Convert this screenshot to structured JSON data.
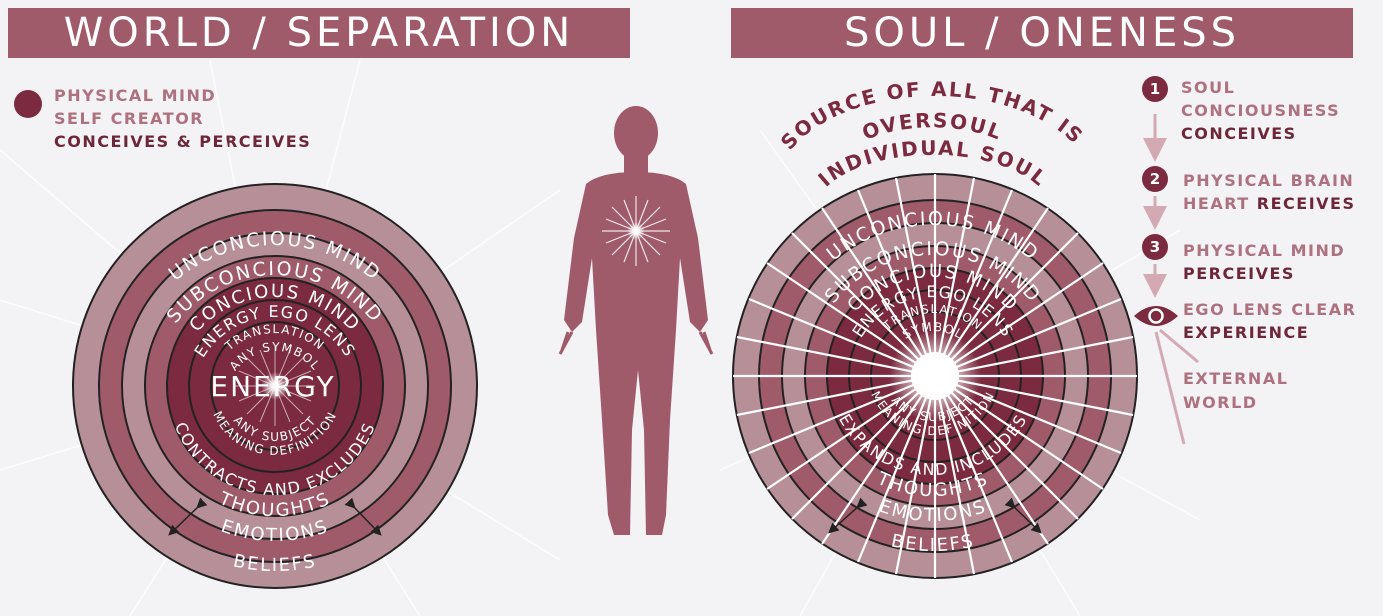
{
  "colors": {
    "background": "#f3f2f5",
    "banner": "#a05b6b",
    "dark_maroon": "#7b2a3f",
    "ring_light": "#b78f99",
    "ring_mid": "#a05b6b",
    "text_light": "#ad7180",
    "text_dark": "#6e2738"
  },
  "left": {
    "title": "WORLD / SEPARATION",
    "legend": {
      "line1": "PHYSICAL MIND",
      "line2": "SELF CREATOR",
      "line3": "CONCEIVES & PERCEIVES"
    },
    "rings_top": [
      "UNCONCIOUS MIND",
      "SUBCONCIOUS MIND",
      "CONCIOUS MIND",
      "ENERGY EGO LENS",
      "TRANSLATION",
      "ANY SYMBOL"
    ],
    "center": "ENERGY",
    "rings_bottom": [
      "ANY SUBJECT",
      "MEANING DEFINITION",
      "CONTRACTS AND EXCLUDES",
      "THOUGHTS",
      "EMOTIONS",
      "BELIEFS"
    ]
  },
  "right": {
    "title": "SOUL / ONENESS",
    "arc_labels": [
      "SOURCE OF ALL THAT IS",
      "OVERSOUL",
      "INDIVIDUAL SOUL"
    ],
    "rings_top": [
      "UNCONCIOUS MIND",
      "SUBCONCIOUS MIND",
      "CONCIOUS MIND",
      "ENERGY EGO LENS",
      "TRANSLATION",
      "SYMBOL"
    ],
    "rings_bottom": [
      "ANY SUBJECT",
      "MEANING DEFINITION",
      "EXPANDS AND INCLUDES",
      "THOUGHTS",
      "EMOTIONS",
      "BELIEFS"
    ],
    "steps": [
      {
        "num": "1",
        "line1": "SOUL",
        "line2": "CONCIOUSNESS",
        "line3": "CONCEIVES"
      },
      {
        "num": "2",
        "line1": "PHYSICAL BRAIN",
        "line2a": "HEART ",
        "line2b": "RECEIVES"
      },
      {
        "num": "3",
        "line1": "PHYSICAL MIND",
        "line2": "PERCEIVES"
      },
      {
        "line1": "EGO LENS CLEAR",
        "line2": "EXPERIENCE",
        "icon": "eye-icon"
      },
      {
        "line1": "EXTERNAL",
        "line2": "WORLD"
      }
    ]
  }
}
